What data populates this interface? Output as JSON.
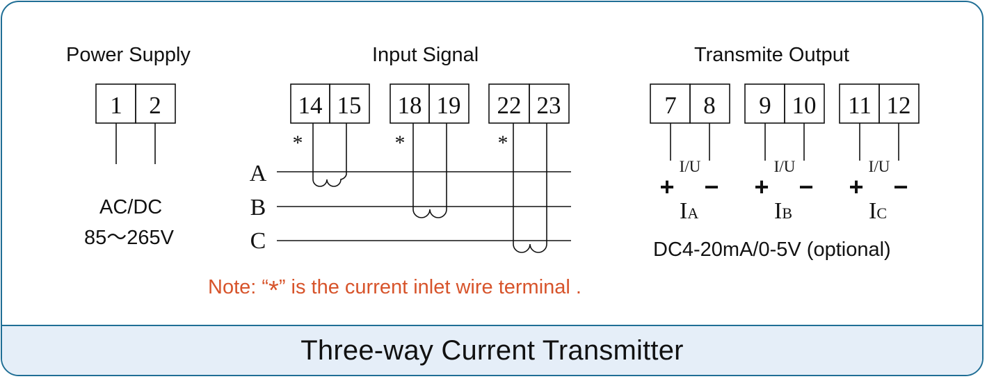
{
  "sections": {
    "power": {
      "title": "Power Supply",
      "terminals": [
        "1",
        "2"
      ],
      "line1": "AC/DC",
      "line2": "85～265V"
    },
    "input": {
      "title": "Input Signal",
      "terminal_pairs": [
        [
          "14",
          "15"
        ],
        [
          "18",
          "19"
        ],
        [
          "22",
          "23"
        ]
      ],
      "inlet_mark": "*",
      "phases": [
        "A",
        "B",
        "C"
      ]
    },
    "output": {
      "title": "Transmite Output",
      "terminal_pairs": [
        [
          "7",
          "8"
        ],
        [
          "9",
          "10"
        ],
        [
          "11",
          "12"
        ]
      ],
      "io_label": "I/U",
      "plus": "+",
      "minus": "−",
      "channels": [
        {
          "main": "I",
          "sub": "A"
        },
        {
          "main": "I",
          "sub": "B"
        },
        {
          "main": "I",
          "sub": "C"
        }
      ],
      "spec": "DC4-20mA/0-5V (optional)"
    }
  },
  "note": {
    "prefix": "Note: “",
    "symbol": "*",
    "suffix": "” is  the current inlet wire terminal ."
  },
  "footer_title": "Three-way Current Transmitter",
  "colors": {
    "border": "#1f6e95",
    "footer_bg": "#e5eef8",
    "note": "#d7542b",
    "ink": "#111111"
  }
}
